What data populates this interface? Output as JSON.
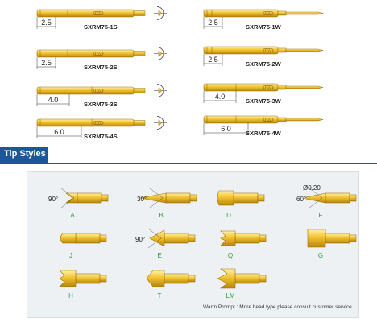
{
  "colors": {
    "gold_light": "#f7d96b",
    "gold_mid": "#e6b422",
    "gold_dark": "#b8860b",
    "header_blue": "#1e5799",
    "tip_label_green": "#2a9d3a",
    "panel_bg": "#eef1f4"
  },
  "parts": [
    {
      "model": "SXRM75-1S",
      "dim": "2.5"
    },
    {
      "model": "SXRM75-2S",
      "dim": "2.5"
    },
    {
      "model": "SXRM75-3S",
      "dim": "4.0"
    },
    {
      "model": "SXRM75-4S",
      "dim": "6.0"
    },
    {
      "model": "SXRM75-1W",
      "dim": "2.5"
    },
    {
      "model": "SXRM75-2W",
      "dim": "2.5"
    },
    {
      "model": "SXRM75-3W",
      "dim": "4.0"
    },
    {
      "model": "SXRM75-4W",
      "dim": "6.0"
    }
  ],
  "tip_section": {
    "title": "Tip Styles",
    "tips": [
      {
        "code": "A",
        "angle": "90°"
      },
      {
        "code": "B",
        "angle": "30°"
      },
      {
        "code": "D",
        "angle": ""
      },
      {
        "code": "F",
        "angle": "60°",
        "diameter": "Ø0.20"
      },
      {
        "code": "J",
        "angle": ""
      },
      {
        "code": "E",
        "angle": "90°"
      },
      {
        "code": "Q",
        "angle": ""
      },
      {
        "code": "G",
        "angle": ""
      },
      {
        "code": "H",
        "angle": ""
      },
      {
        "code": "T",
        "angle": ""
      },
      {
        "code": "LM",
        "angle": ""
      }
    ],
    "warm_prompt": "Warm Prompt : More head type please consult customer service."
  }
}
